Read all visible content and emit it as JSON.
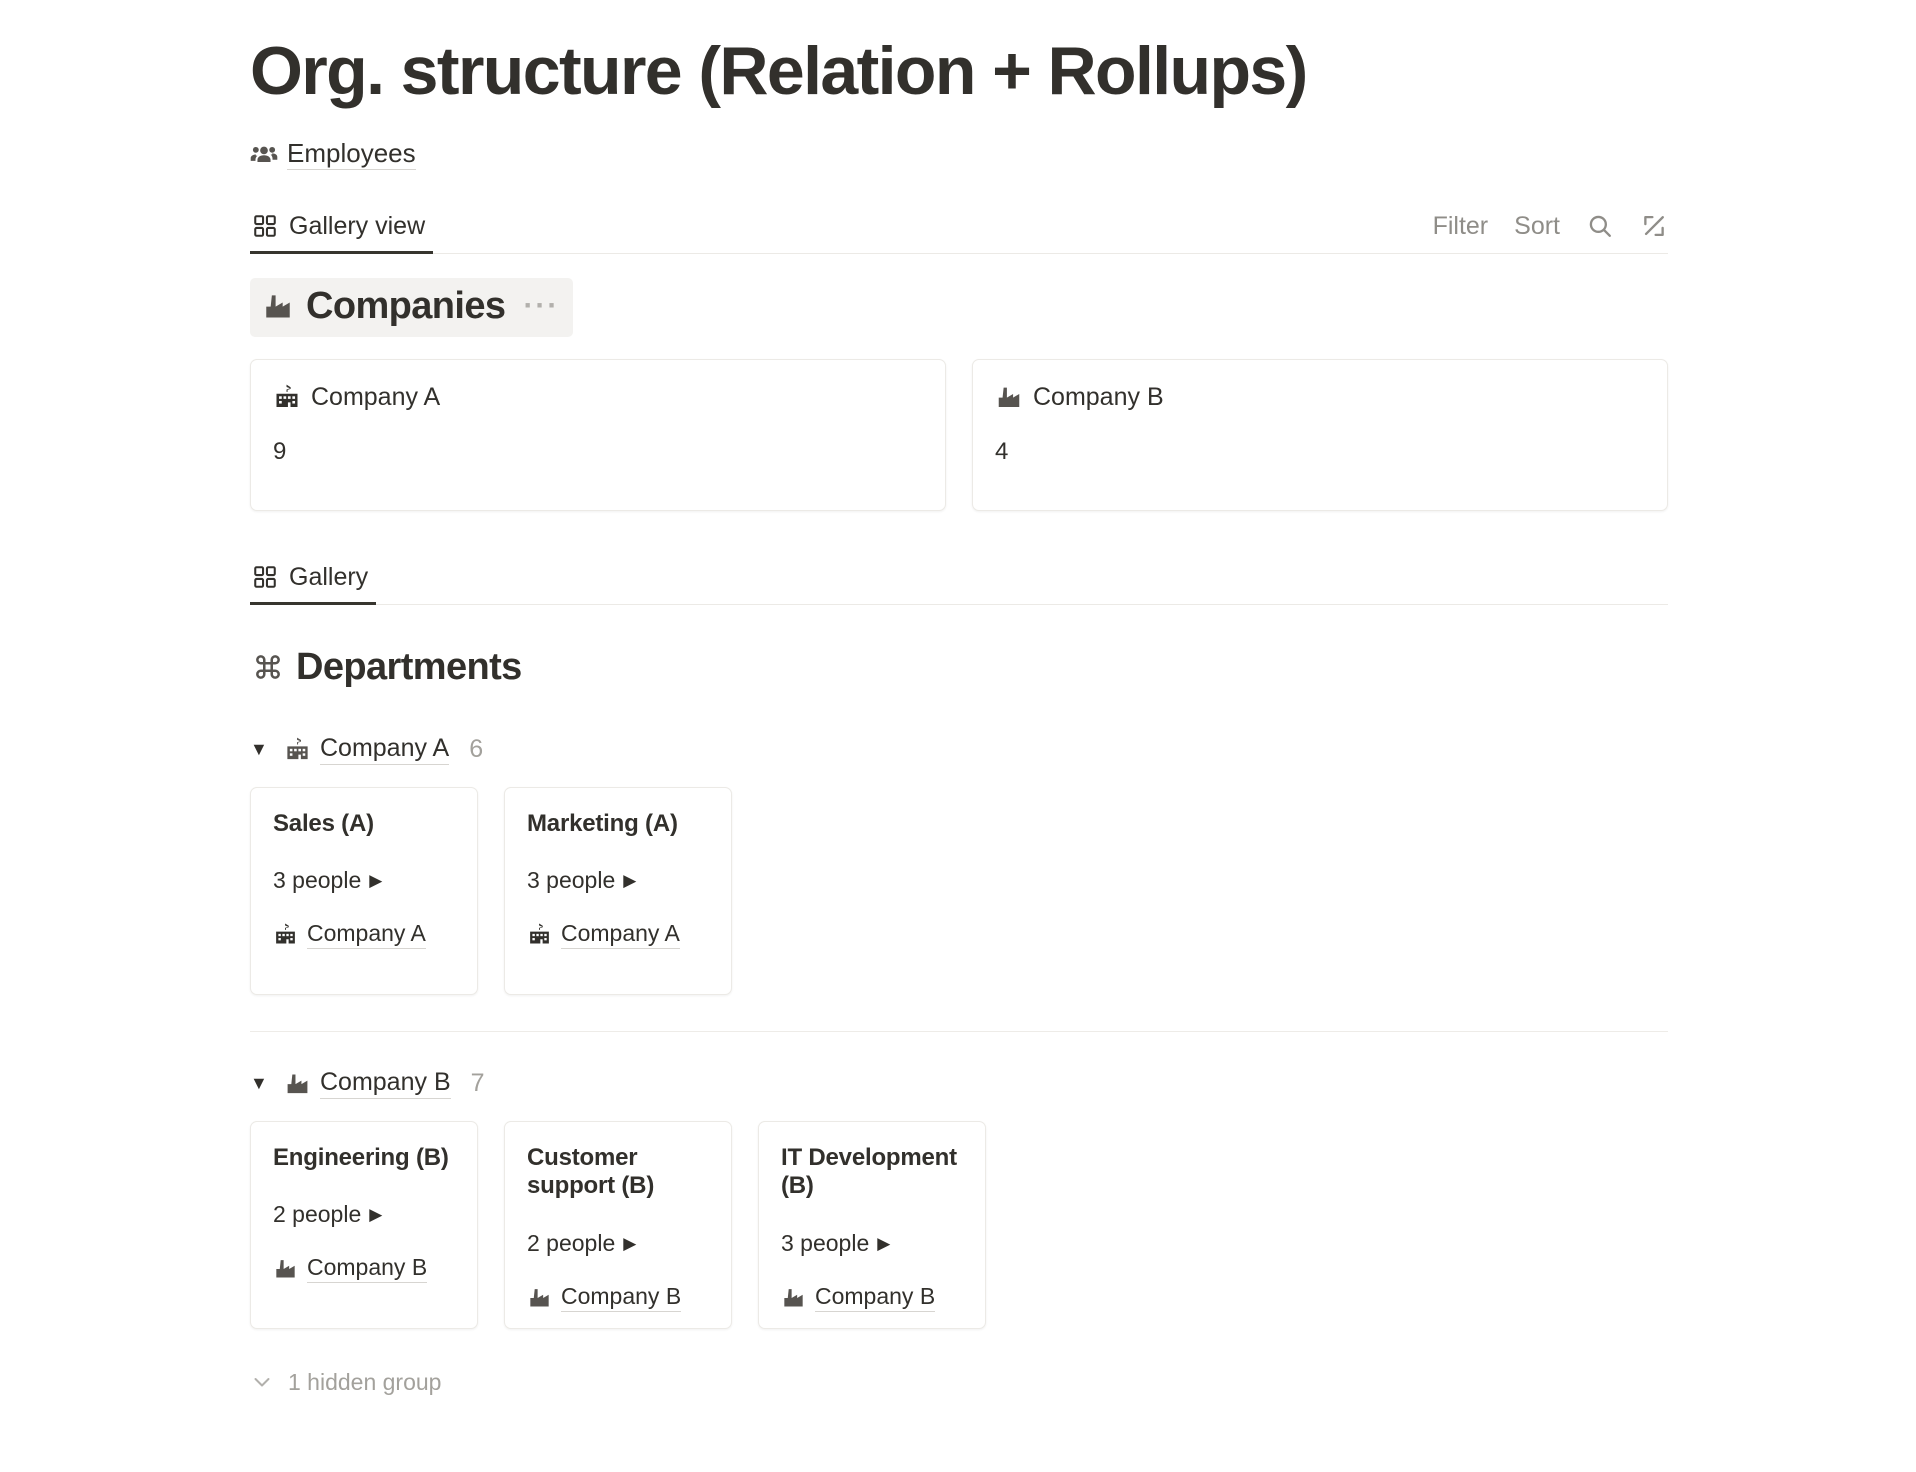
{
  "page": {
    "title": "Org. structure (Relation + Rollups)",
    "source": {
      "label": "Employees",
      "icon": "people-group-icon"
    }
  },
  "toolbar": {
    "view_tab": {
      "label": "Gallery view",
      "icon": "gallery-grid-icon",
      "active": true
    },
    "filter_label": "Filter",
    "sort_label": "Sort",
    "search_icon": "search-icon",
    "expand_icon": "expand-diagonal-icon"
  },
  "companies_section": {
    "heading": "Companies",
    "heading_icon": "factory-icon",
    "menu": "···",
    "cards": [
      {
        "title": "Company A",
        "icon": "school-building-icon",
        "value": "9"
      },
      {
        "title": "Company B",
        "icon": "factory-icon",
        "value": "4"
      }
    ]
  },
  "gallery_tab": {
    "label": "Gallery",
    "icon": "gallery-grid-icon",
    "active": true
  },
  "departments_section": {
    "heading": "Departments",
    "heading_icon": "command-icon",
    "groups": [
      {
        "toggle": "▼",
        "name": "Company A",
        "icon": "school-building-icon",
        "count": "6",
        "cards": [
          {
            "title": "Sales (A)",
            "rollup": "3 people",
            "rollup_arrow": "▶",
            "relation": "Company A",
            "relation_icon": "school-building-icon"
          },
          {
            "title": "Marketing (A)",
            "rollup": "3 people",
            "rollup_arrow": "▶",
            "relation": "Company A",
            "relation_icon": "school-building-icon"
          }
        ]
      },
      {
        "toggle": "▼",
        "name": "Company B",
        "icon": "factory-icon",
        "count": "7",
        "cards": [
          {
            "title": "Engineering (B)",
            "rollup": "2 people",
            "rollup_arrow": "▶",
            "relation": "Company B",
            "relation_icon": "factory-icon"
          },
          {
            "title": "Customer support (B)",
            "rollup": "2 people",
            "rollup_arrow": "▶",
            "relation": "Company B",
            "relation_icon": "factory-icon"
          },
          {
            "title": "IT Development (B)",
            "rollup": "3 people",
            "rollup_arrow": "▶",
            "relation": "Company B",
            "relation_icon": "factory-icon"
          }
        ]
      }
    ],
    "hidden_group": {
      "label": "1 hidden group",
      "icon": "chevron-down-icon"
    }
  },
  "colors": {
    "text": "#32302c",
    "muted": "#8f8d88",
    "border": "#eceae6",
    "shade": "#f3f2f0"
  }
}
